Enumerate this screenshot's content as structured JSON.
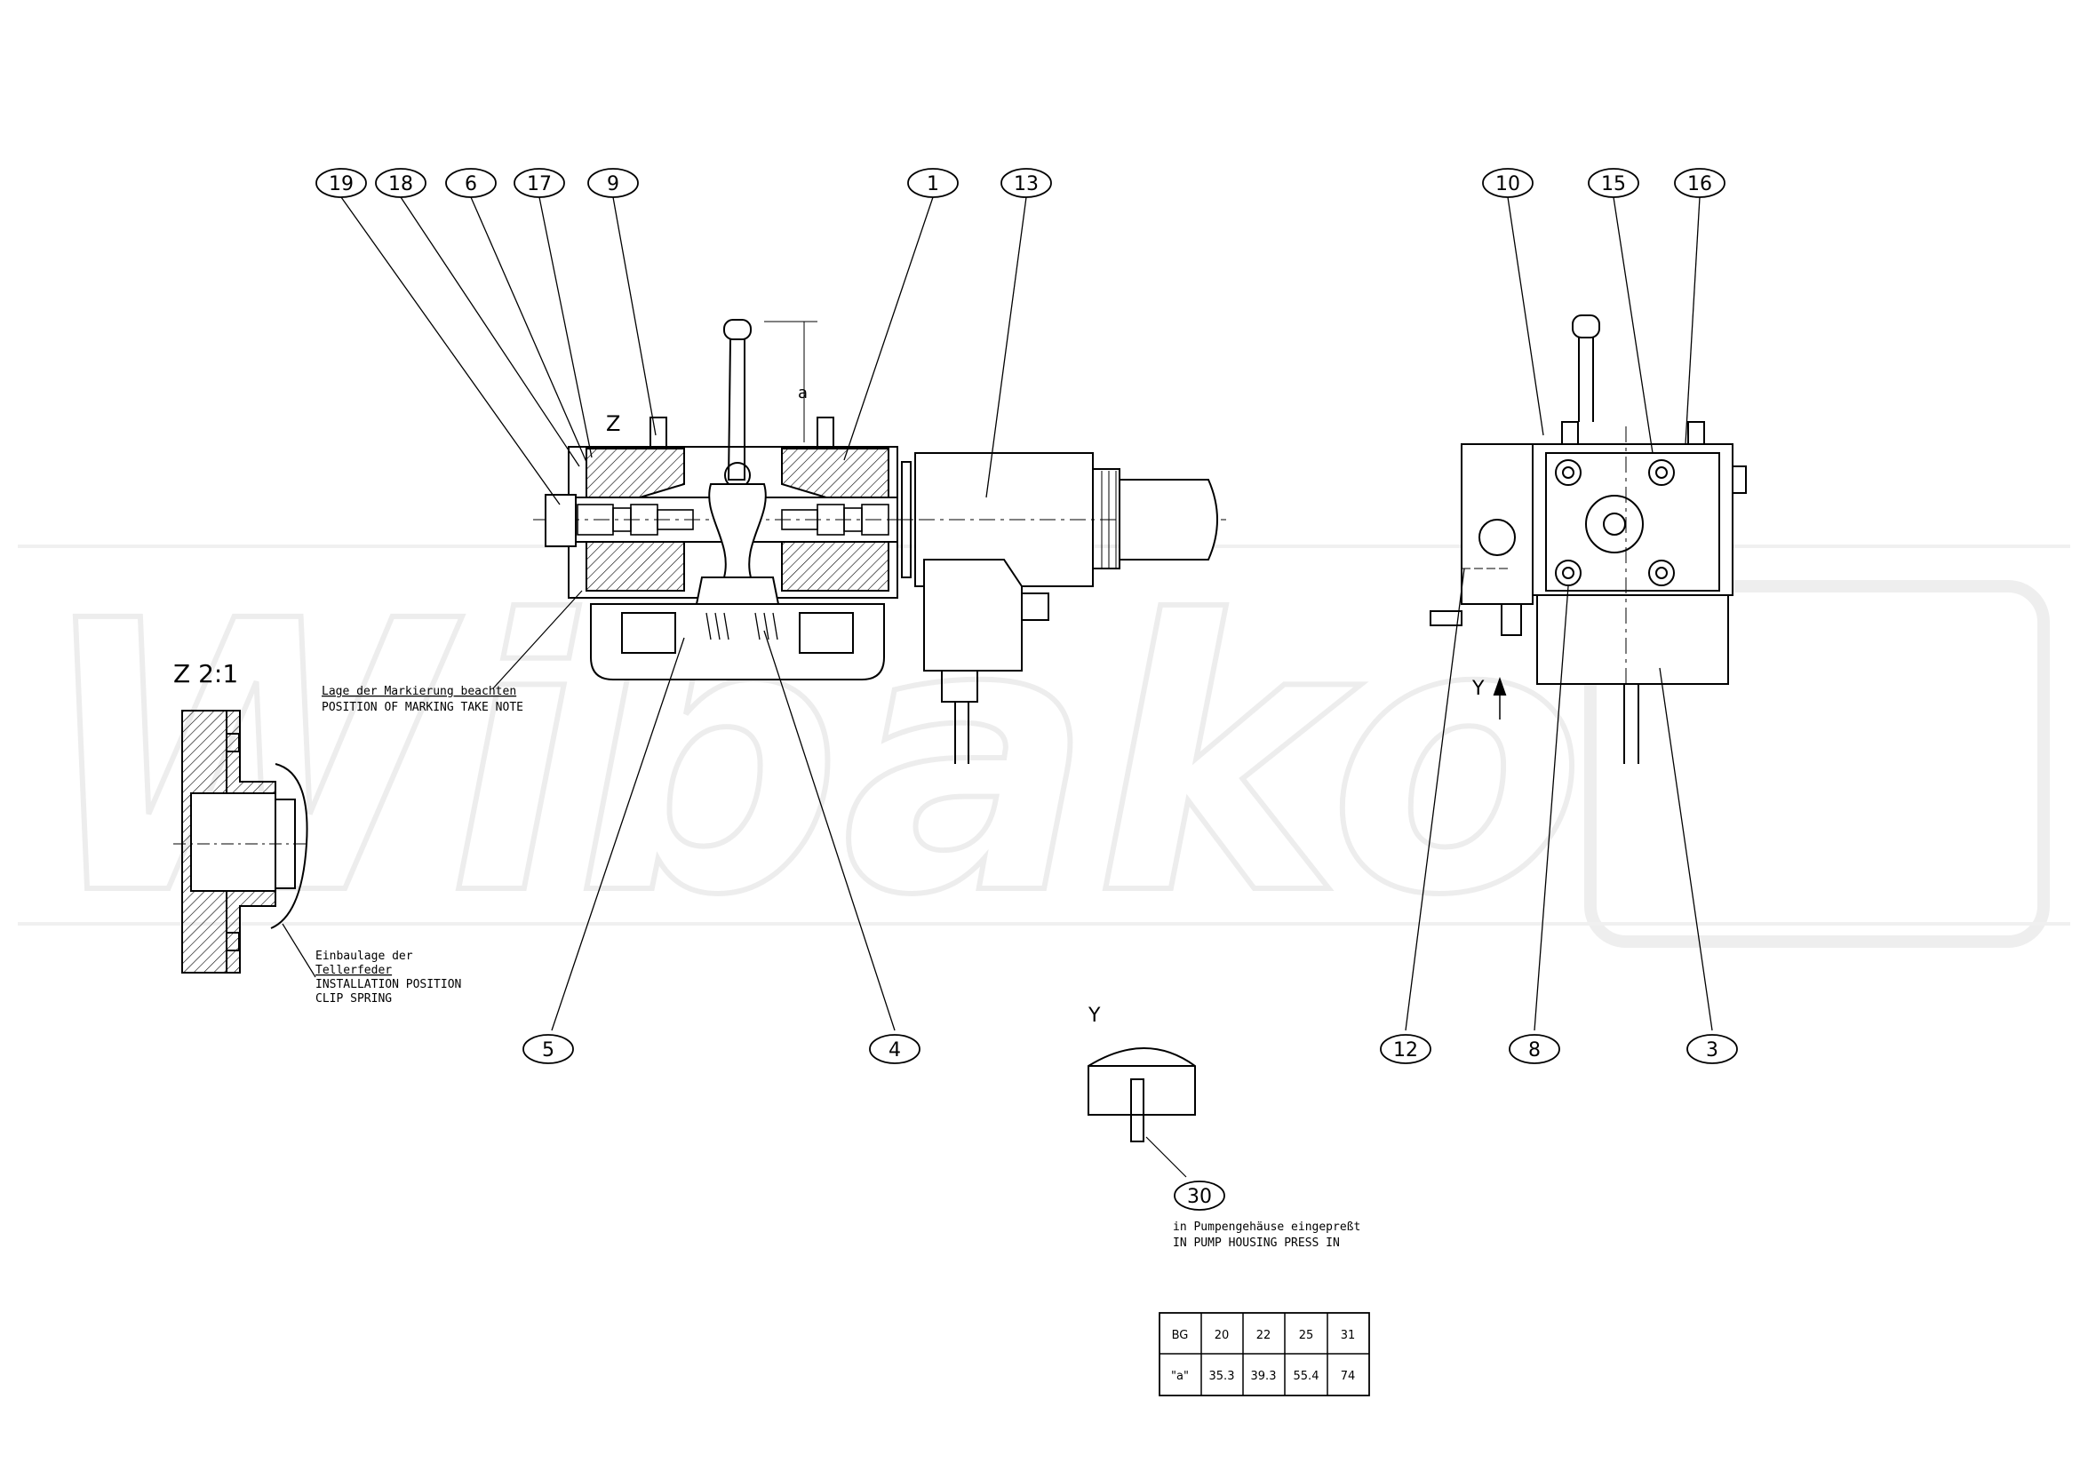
{
  "watermark": "Wibako",
  "balloons": {
    "b19": "19",
    "b18": "18",
    "b6": "6",
    "b17": "17",
    "b9": "9",
    "b1": "1",
    "b13": "13",
    "b10": "10",
    "b15": "15",
    "b16": "16",
    "b5": "5",
    "b4": "4",
    "b12": "12",
    "b8": "8",
    "b3": "3",
    "b30": "30"
  },
  "view_labels": {
    "z_marker": "Z",
    "detail_z": "Z 2:1",
    "y_arrow": "Y",
    "y_view": "Y",
    "dim_a": "a"
  },
  "notes": {
    "marking_de": "Lage der Markierung beachten",
    "marking_en": "POSITION OF MARKING TAKE NOTE",
    "install_de_1": "Einbaulage der",
    "install_de_2": "Tellerfeder",
    "install_en_1": "INSTALLATION POSITION",
    "install_en_2": "CLIP SPRING",
    "press_de": "in Pumpengehäuse eingepreßt",
    "press_en": "IN PUMP HOUSING PRESS IN"
  },
  "table": {
    "row1": [
      "BG",
      "20",
      "22",
      "25",
      "31"
    ],
    "row2": [
      "\"a\"",
      "35.3",
      "39.3",
      "55.4",
      "74"
    ]
  }
}
